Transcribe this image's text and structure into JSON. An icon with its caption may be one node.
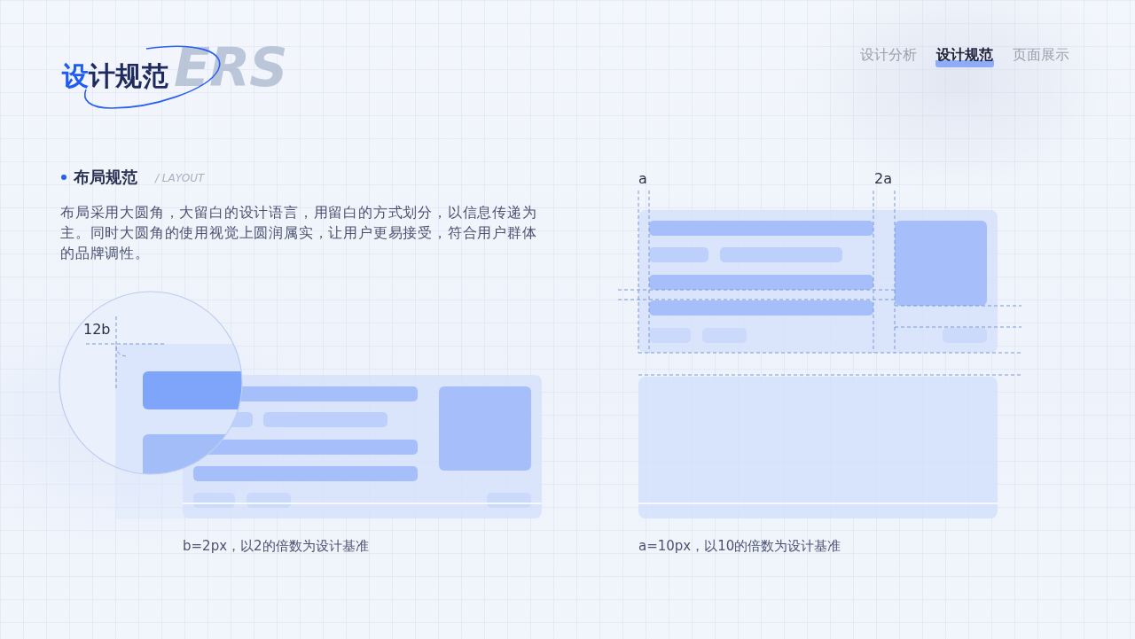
{
  "diagram": {
    "title": "设计规范",
    "labels": [
      "ERS",
      "设计分析",
      "设计规范",
      "页面展示",
      "布局规范",
      "/ LAYOUT",
      "a",
      "2a",
      "布局采用大圆角，大留白的设计语言，用留白的方式划分，以信息传递为主。同时大圆角的使用视觉上圆润属实，让用户更易接受，符合用户群体的品牌调性。",
      "12b",
      "b=2px，以2的倍数为设计基准",
      "a=10px，以10的倍数为设计基准"
    ]
  }
}
